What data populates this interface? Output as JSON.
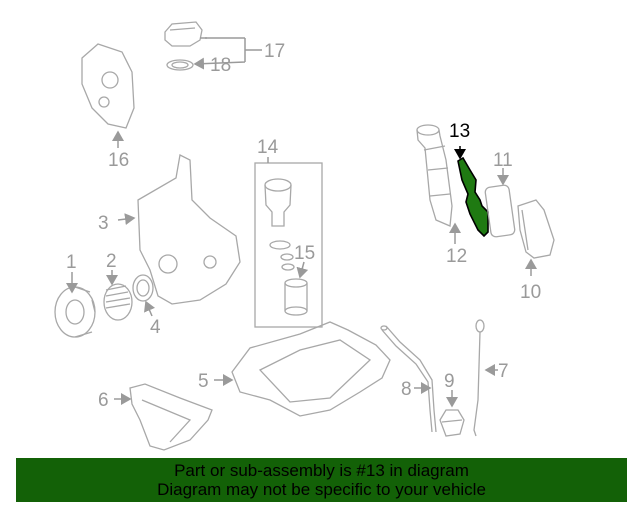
{
  "diagram": {
    "callouts": {
      "c1": "1",
      "c2": "2",
      "c3": "3",
      "c4": "4",
      "c5": "5",
      "c6": "6",
      "c7": "7",
      "c8": "8",
      "c9": "9",
      "c10": "10",
      "c11": "11",
      "c12": "12",
      "c13": "13",
      "c14": "14",
      "c15": "15",
      "c16": "16",
      "c17": "17",
      "c18": "18"
    },
    "highlighted_part": "13",
    "highlight_color": "#1f7a12"
  },
  "banner": {
    "line1": "Part or sub-assembly is #13 in diagram",
    "line2": "Diagram may not be specific to your vehicle",
    "background": "#136107"
  }
}
